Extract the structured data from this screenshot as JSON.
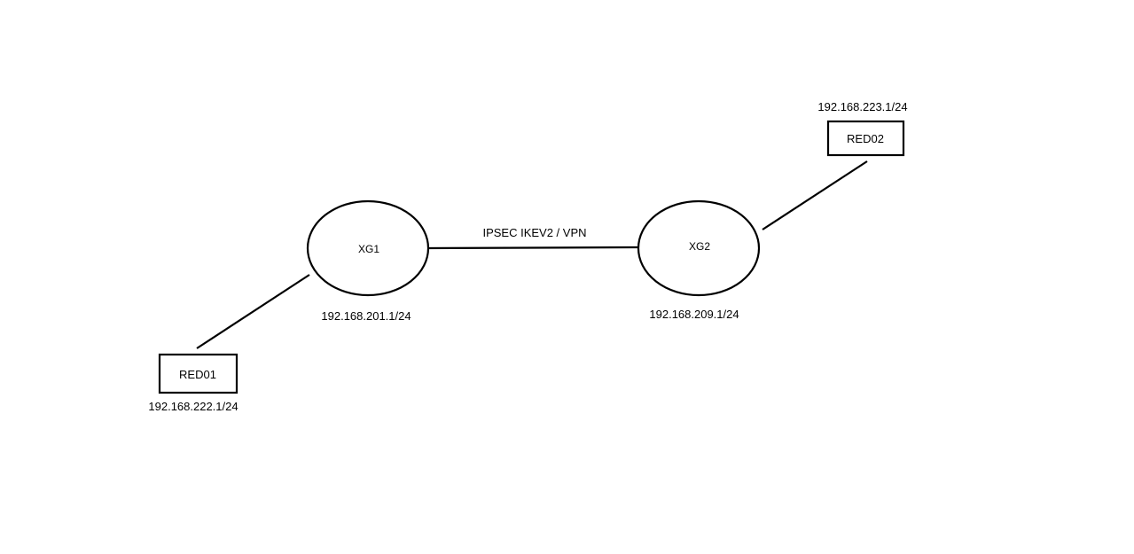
{
  "diagram": {
    "nodes": {
      "xg1": {
        "label": "XG1",
        "subnet": "192.168.201.1/24"
      },
      "xg2": {
        "label": "XG2",
        "subnet": "192.168.209.1/24"
      },
      "red01": {
        "label": "RED01",
        "subnet": "192.168.222.1/24"
      },
      "red02": {
        "label": "RED02",
        "subnet": "192.168.223.1/24"
      }
    },
    "links": {
      "xg1_xg2": {
        "label": "IPSEC IKEV2 / VPN"
      }
    }
  }
}
